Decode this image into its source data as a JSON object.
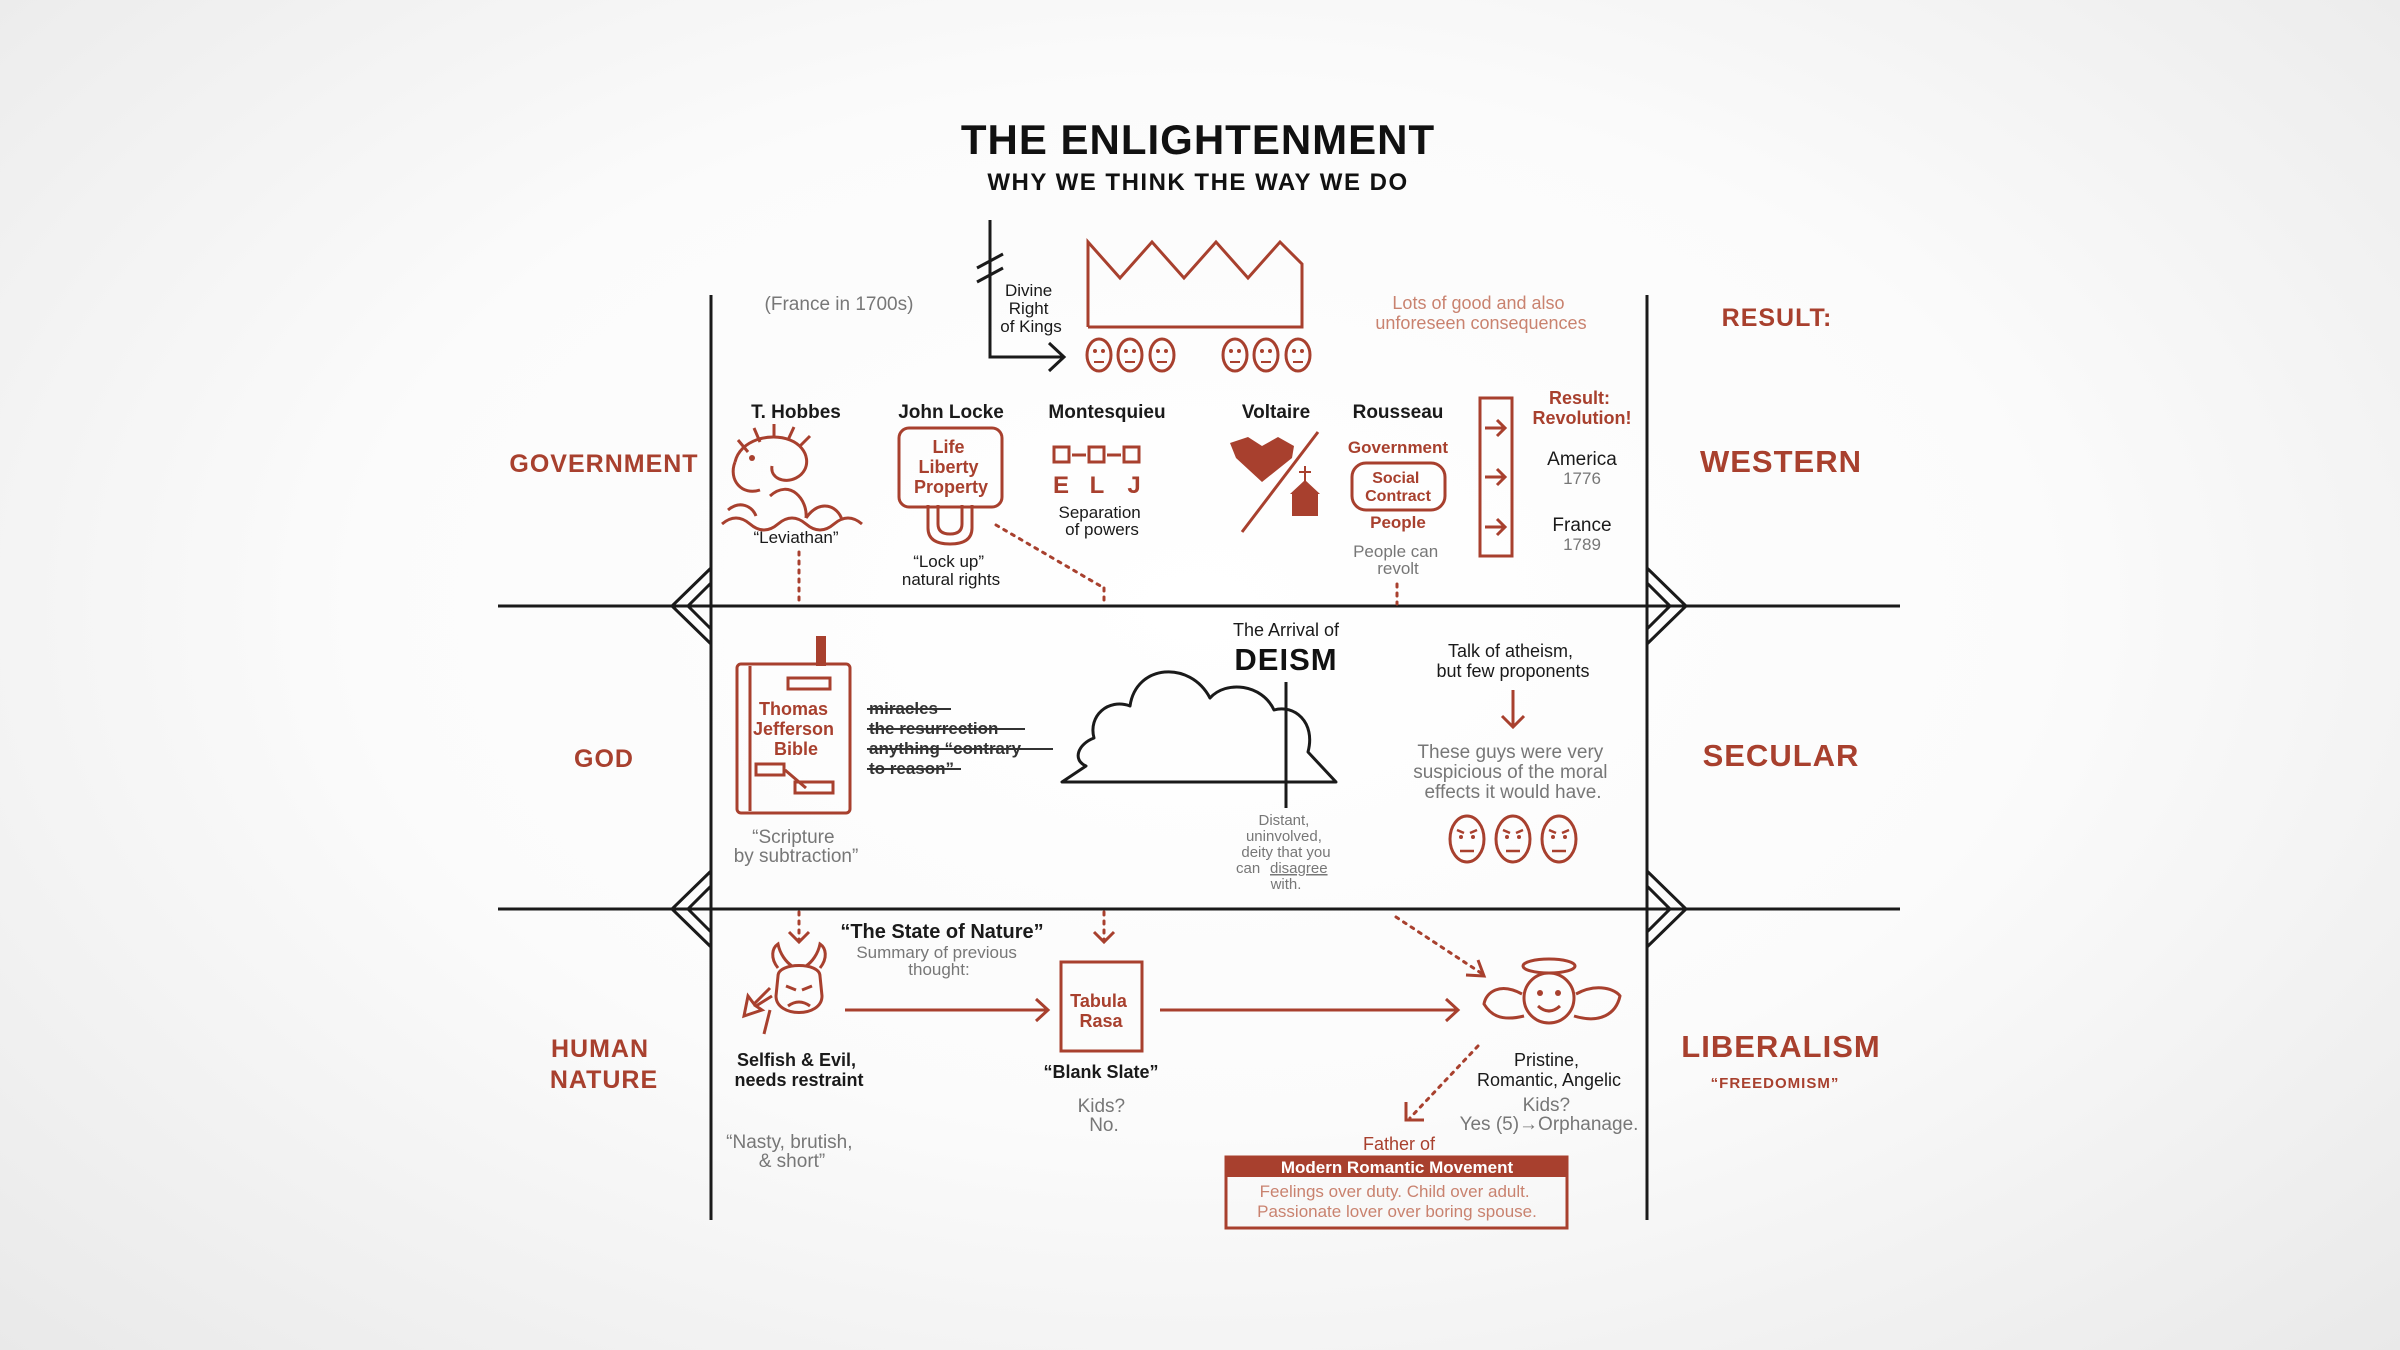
{
  "title": "THE ENLIGHTENMENT",
  "subtitle": "WHY WE THINK THE WAY WE DO",
  "colors": {
    "accent": "#a8402e",
    "ink": "#1a1a1a",
    "muted": "#777777",
    "light_accent": "#c9826f"
  },
  "header": {
    "france": "(France in 1700s)",
    "divine_right": [
      "Divine",
      "Right",
      "of Kings"
    ],
    "consequences": [
      "Lots of good and also",
      "unforeseen consequences"
    ],
    "result_label": "RESULT:"
  },
  "rows": {
    "government": "GOVERNMENT",
    "god": "GOD",
    "human_nature": [
      "HUMAN",
      "NATURE"
    ]
  },
  "results": {
    "western": "WESTERN",
    "secular": "SECULAR",
    "liberalism": "LIBERALISM",
    "freedomism": "“FREEDOMISM”"
  },
  "government": {
    "hobbes": {
      "name": "T. Hobbes",
      "caption": "“Leviathan”"
    },
    "locke": {
      "name": "John Locke",
      "box": [
        "Life",
        "Liberty",
        "Property"
      ],
      "caption": [
        "“Lock up”",
        "natural rights"
      ]
    },
    "montesquieu": {
      "name": "Montesquieu",
      "letters": [
        "E",
        "L",
        "J"
      ],
      "caption": [
        "Separation",
        "of powers"
      ]
    },
    "voltaire": {
      "name": "Voltaire"
    },
    "rousseau": {
      "name": "Rousseau",
      "top": "Government",
      "box": [
        "Social",
        "Contract"
      ],
      "bottom": "People",
      "caption": [
        "People can",
        "revolt"
      ]
    },
    "revolution": {
      "title": [
        "Result:",
        "Revolution!"
      ],
      "items": [
        {
          "place": "America",
          "year": "1776"
        },
        {
          "place": "France",
          "year": "1789"
        }
      ]
    }
  },
  "god": {
    "bible": {
      "label": [
        "Thomas",
        "Jefferson",
        "Bible"
      ],
      "caption": [
        "“Scripture",
        "by subtraction”"
      ]
    },
    "removed": [
      "miracles",
      "the resurrection",
      "anything “contrary",
      "to reason”"
    ],
    "deism": {
      "pre": "The Arrival of",
      "word": "DEISM",
      "caption": [
        "Distant,",
        "uninvolved,",
        "deity that you",
        "can",
        "disagree",
        "with."
      ]
    },
    "atheism": {
      "heading": [
        "Talk of atheism,",
        "but few proponents"
      ],
      "note": [
        "These guys were very",
        "suspicious of the moral",
        "effects it would have."
      ]
    }
  },
  "human": {
    "state_of_nature": "“The State of Nature”",
    "summary": [
      "Summary of previous",
      "thought:"
    ],
    "evil": {
      "caption": [
        "Selfish & Evil,",
        "needs restraint"
      ],
      "quote": [
        "“Nasty, brutish,",
        "& short”"
      ]
    },
    "tabula": {
      "box": [
        "Tabula",
        "Rasa"
      ],
      "caption": "“Blank Slate”",
      "kids": [
        "Kids?",
        "No."
      ]
    },
    "angel": {
      "caption": [
        "Pristine,",
        "Romantic, Angelic"
      ],
      "kids": [
        "Kids?",
        "Yes (5)→Orphanage."
      ]
    },
    "romantic": {
      "father": "Father of",
      "banner": "Modern Romantic Movement",
      "lines": [
        "Feelings over duty. Child over adult.",
        "Passionate lover over boring spouse."
      ]
    }
  }
}
